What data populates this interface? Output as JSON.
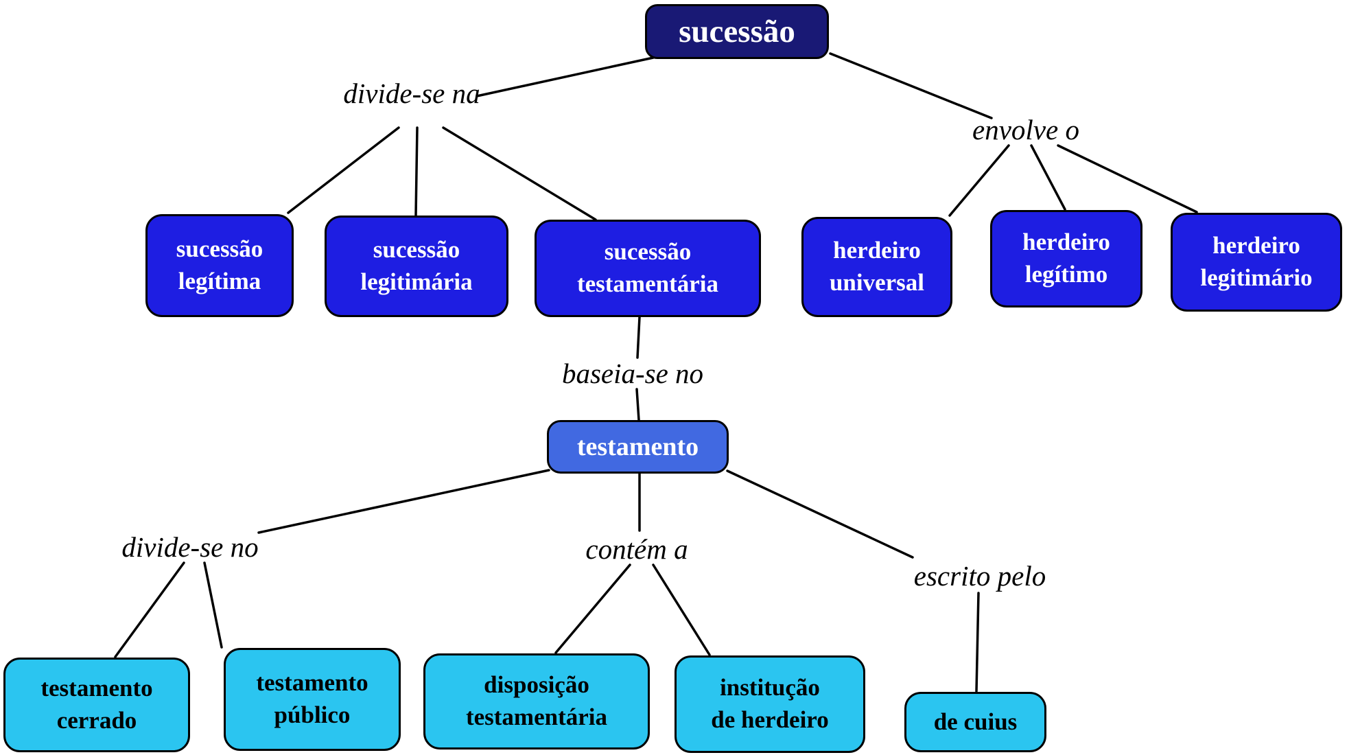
{
  "diagram": {
    "type": "concept-map",
    "language": "pt",
    "root": "sucessão",
    "nodes": [
      {
        "id": "sucessao",
        "level": "root",
        "lines": [
          "sucessão"
        ]
      },
      {
        "id": "sucessao-legitima",
        "level": "branch",
        "lines": [
          "sucessão",
          "legítima"
        ]
      },
      {
        "id": "sucessao-legitimaria",
        "level": "branch",
        "lines": [
          "sucessão",
          "legitimária"
        ]
      },
      {
        "id": "sucessao-testamentaria",
        "level": "branch",
        "lines": [
          "sucessão",
          "testamentária"
        ]
      },
      {
        "id": "herdeiro-universal",
        "level": "branch",
        "lines": [
          "herdeiro",
          "universal"
        ]
      },
      {
        "id": "herdeiro-legitimo",
        "level": "branch",
        "lines": [
          "herdeiro",
          "legítimo"
        ]
      },
      {
        "id": "herdeiro-legitimario",
        "level": "branch",
        "lines": [
          "herdeiro",
          "legitimário"
        ]
      },
      {
        "id": "testamento",
        "level": "mid",
        "lines": [
          "testamento"
        ]
      },
      {
        "id": "testamento-cerrado",
        "level": "leaf",
        "lines": [
          "testamento",
          "cerrado"
        ]
      },
      {
        "id": "testamento-publico",
        "level": "leaf",
        "lines": [
          "testamento",
          "público"
        ]
      },
      {
        "id": "disposicao-testamentaria",
        "level": "leaf",
        "lines": [
          "disposição",
          "testamentária"
        ]
      },
      {
        "id": "instituicao-de-herdeiro",
        "level": "leaf",
        "lines": [
          "institução",
          "de herdeiro"
        ]
      },
      {
        "id": "de-cuius",
        "level": "leaf",
        "lines": [
          "de cuius"
        ]
      }
    ],
    "edge_labels": [
      {
        "id": "divide-se-na",
        "text": "divide-se na"
      },
      {
        "id": "envolve-o",
        "text": "envolve o"
      },
      {
        "id": "baseia-se-no",
        "text": "baseia-se no"
      },
      {
        "id": "divide-se-no",
        "text": "divide-se no"
      },
      {
        "id": "contem-a",
        "text": "contém a"
      },
      {
        "id": "escrito-pelo",
        "text": "escrito pelo"
      }
    ],
    "relations": [
      {
        "from": "sucessão",
        "label": "divide-se na",
        "to": [
          "sucessão legítima",
          "sucessão legitimária",
          "sucessão testamentária"
        ]
      },
      {
        "from": "sucessão",
        "label": "envolve o",
        "to": [
          "herdeiro universal",
          "herdeiro legítimo",
          "herdeiro legitimário"
        ]
      },
      {
        "from": "sucessão testamentária",
        "label": "baseia-se no",
        "to": [
          "testamento"
        ]
      },
      {
        "from": "testamento",
        "label": "divide-se no",
        "to": [
          "testamento cerrado",
          "testamento público"
        ]
      },
      {
        "from": "testamento",
        "label": "contém a",
        "to": [
          "disposição testamentária",
          "institução de herdeiro"
        ]
      },
      {
        "from": "testamento",
        "label": "escrito pelo",
        "to": [
          "de cuius"
        ]
      }
    ],
    "colors": {
      "root_fill": "#191975",
      "branch_fill": "#1e1ee2",
      "mid_fill": "#4169e1",
      "leaf_fill": "#2bc5f0",
      "border": "#000000",
      "line": "#000000",
      "text_on_blue": "#ffffff",
      "text_on_cyan": "#000000",
      "background": "#ffffff"
    }
  }
}
